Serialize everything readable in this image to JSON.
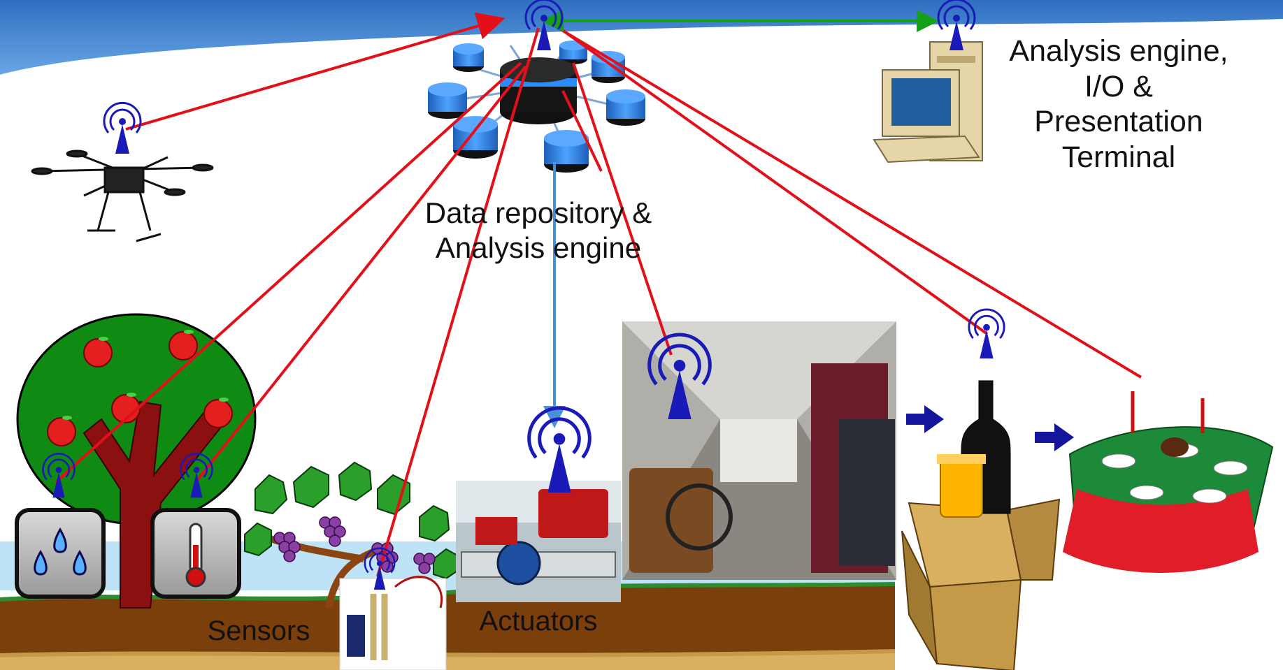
{
  "labels": {
    "terminal": "Analysis engine,\nI/O &\nPresentation\nTerminal",
    "repository": "Data repository &\nAnalysis engine",
    "sensors": "Sensors",
    "actuators": "Actuators"
  },
  "colors": {
    "header_band": "#3f86d4",
    "link_wireless": "#e3101a",
    "link_terminal": "#16a01a",
    "link_actuator": "#4a90d9",
    "antenna": "#1a1ab8",
    "soil": "#7a3f0a",
    "sand": "#d8b060",
    "grass": "#2e8b2e",
    "water": "#bfe3f6",
    "tree_canopy": "#0f8a12",
    "tree_trunk": "#8b1010",
    "flow_arrow": "#14149c"
  },
  "icons": [
    "antenna-icon",
    "drone-icon",
    "database-cluster-icon",
    "computer-terminal-icon",
    "rain-sensor-icon",
    "thermometer-icon",
    "soil-moisture-probe-icon",
    "valve-actuator-icon",
    "warehouse-photo",
    "wine-bottle-box-icon",
    "dining-table-icon",
    "apple-tree-icon",
    "grapevine-icon"
  ]
}
